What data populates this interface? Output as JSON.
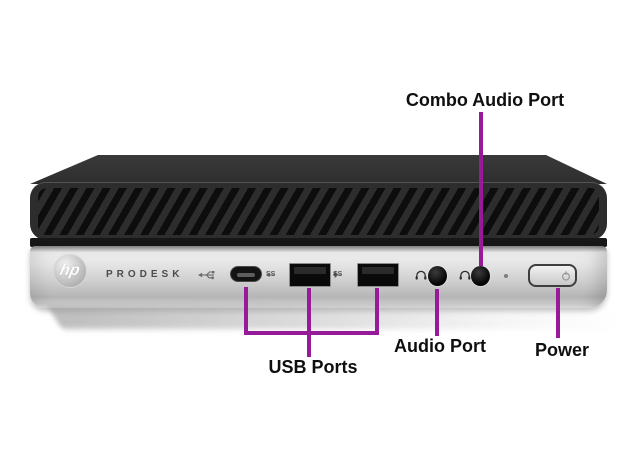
{
  "annotations": {
    "combo": {
      "label": "Combo Audio Port"
    },
    "usb": {
      "label": "USB Ports"
    },
    "audio": {
      "label": "Audio Port"
    },
    "power": {
      "label": "Power"
    }
  },
  "device": {
    "brand": "hp",
    "model": "PRODESK",
    "usb3_badge": "SS",
    "usb3_charge_badge": "SS"
  },
  "colors": {
    "annotation_line": "#951b98",
    "annotation_text": "#0f0f0f",
    "chassis_dark": "#2d2d2d",
    "vent_slot": "#0d0d0d",
    "panel_silver": "#d0d0d0"
  }
}
